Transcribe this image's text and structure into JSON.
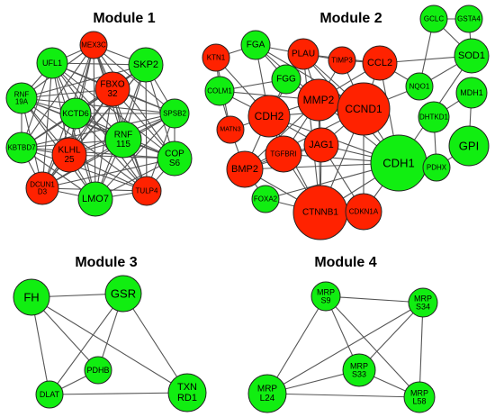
{
  "colors": {
    "up": "#ff2200",
    "down": "#11ee11",
    "edge": "#555555"
  },
  "modules": [
    {
      "title": "Module 1",
      "nodes": [
        {
          "id": "MEX3C",
          "lines": [
            "MEX3C"
          ],
          "color": "up"
        },
        {
          "id": "UFL1",
          "lines": [
            "UFL1"
          ],
          "color": "down"
        },
        {
          "id": "SKP2",
          "lines": [
            "SKP2"
          ],
          "color": "down"
        },
        {
          "id": "FBXO32",
          "lines": [
            "FBXO",
            "32"
          ],
          "color": "up"
        },
        {
          "id": "RNF19A",
          "lines": [
            "RNF",
            "19A"
          ],
          "color": "down"
        },
        {
          "id": "KCTD6",
          "lines": [
            "KCTD6"
          ],
          "color": "down"
        },
        {
          "id": "SPSB2",
          "lines": [
            "SPSB2"
          ],
          "color": "down"
        },
        {
          "id": "RNF115",
          "lines": [
            "RNF",
            "115"
          ],
          "color": "down"
        },
        {
          "id": "KBTBD7",
          "lines": [
            "KBTBD7"
          ],
          "color": "down"
        },
        {
          "id": "KLHL25",
          "lines": [
            "KLHL",
            "25"
          ],
          "color": "up"
        },
        {
          "id": "COPS6",
          "lines": [
            "COP",
            "S6"
          ],
          "color": "down"
        },
        {
          "id": "DCUN1D3",
          "lines": [
            "DCUN1",
            "D3"
          ],
          "color": "up"
        },
        {
          "id": "LMO7",
          "lines": [
            "LMO7"
          ],
          "color": "down"
        },
        {
          "id": "TULP4",
          "lines": [
            "TULP4"
          ],
          "color": "up"
        }
      ],
      "edges": "all"
    },
    {
      "title": "Module 2",
      "nodes": [
        {
          "id": "FGA",
          "lines": [
            "FGA"
          ],
          "color": "down"
        },
        {
          "id": "KTN1",
          "lines": [
            "KTN1"
          ],
          "color": "up"
        },
        {
          "id": "PLAU",
          "lines": [
            "PLAU"
          ],
          "color": "up"
        },
        {
          "id": "TIMP3",
          "lines": [
            "TIMP3"
          ],
          "color": "up"
        },
        {
          "id": "CCL2",
          "lines": [
            "CCL2"
          ],
          "color": "up"
        },
        {
          "id": "FGG",
          "lines": [
            "FGG"
          ],
          "color": "down"
        },
        {
          "id": "COLM1",
          "lines": [
            "COLM1"
          ],
          "color": "down"
        },
        {
          "id": "MMP2",
          "lines": [
            "MMP2"
          ],
          "color": "up"
        },
        {
          "id": "CCND1",
          "lines": [
            "CCND1"
          ],
          "color": "up"
        },
        {
          "id": "MATN3",
          "lines": [
            "MATN3"
          ],
          "color": "up"
        },
        {
          "id": "CDH2",
          "lines": [
            "CDH2"
          ],
          "color": "up"
        },
        {
          "id": "JAG1",
          "lines": [
            "JAG1"
          ],
          "color": "up"
        },
        {
          "id": "TGFBRI",
          "lines": [
            "TGFBRI"
          ],
          "color": "up"
        },
        {
          "id": "BMP2",
          "lines": [
            "BMP2"
          ],
          "color": "up"
        },
        {
          "id": "CDH1",
          "lines": [
            "CDH1"
          ],
          "color": "down"
        },
        {
          "id": "FOXA2",
          "lines": [
            "FOXA2"
          ],
          "color": "down"
        },
        {
          "id": "CTNNB1",
          "lines": [
            "CTNNB1"
          ],
          "color": "up"
        },
        {
          "id": "CDKN1A",
          "lines": [
            "CDKN1A"
          ],
          "color": "up"
        },
        {
          "id": "GCLC",
          "lines": [
            "GCLC"
          ],
          "color": "down"
        },
        {
          "id": "GSTA4",
          "lines": [
            "GSTA4"
          ],
          "color": "down"
        },
        {
          "id": "SOD1",
          "lines": [
            "SOD1"
          ],
          "color": "down"
        },
        {
          "id": "NQO1",
          "lines": [
            "NQO1"
          ],
          "color": "down"
        },
        {
          "id": "MDH1",
          "lines": [
            "MDH1"
          ],
          "color": "down"
        },
        {
          "id": "DHTKD1",
          "lines": [
            "DHTKD1"
          ],
          "color": "down"
        },
        {
          "id": "GPI",
          "lines": [
            "GPI"
          ],
          "color": "down"
        },
        {
          "id": "PDHX",
          "lines": [
            "PDHX"
          ],
          "color": "down"
        }
      ],
      "edges": [
        [
          "FGA",
          "FGG"
        ],
        [
          "FGA",
          "PLAU"
        ],
        [
          "FGA",
          "MMP2"
        ],
        [
          "FGA",
          "CDH2"
        ],
        [
          "FGA",
          "KTN1"
        ],
        [
          "FGA",
          "CCND1"
        ],
        [
          "FGG",
          "PLAU"
        ],
        [
          "FGG",
          "MMP2"
        ],
        [
          "FGG",
          "COLM1"
        ],
        [
          "FGG",
          "CDH2"
        ],
        [
          "KTN1",
          "COLM1"
        ],
        [
          "KTN1",
          "MATN3"
        ],
        [
          "KTN1",
          "CDH2"
        ],
        [
          "COLM1",
          "MATN3"
        ],
        [
          "COLM1",
          "CDH2"
        ],
        [
          "COLM1",
          "MMP2"
        ],
        [
          "PLAU",
          "TIMP3"
        ],
        [
          "PLAU",
          "CCL2"
        ],
        [
          "PLAU",
          "MMP2"
        ],
        [
          "PLAU",
          "CCND1"
        ],
        [
          "PLAU",
          "CDH1"
        ],
        [
          "PLAU",
          "CDH2"
        ],
        [
          "PLAU",
          "CTNNB1"
        ],
        [
          "TIMP3",
          "CCL2"
        ],
        [
          "TIMP3",
          "MMP2"
        ],
        [
          "TIMP3",
          "CCND1"
        ],
        [
          "CCL2",
          "MMP2"
        ],
        [
          "CCL2",
          "CCND1"
        ],
        [
          "CCL2",
          "NQO1"
        ],
        [
          "CCL2",
          "SOD1"
        ],
        [
          "CCL2",
          "CDH1"
        ],
        [
          "MMP2",
          "CCND1"
        ],
        [
          "MMP2",
          "CDH2"
        ],
        [
          "MMP2",
          "JAG1"
        ],
        [
          "MMP2",
          "TGFBRI"
        ],
        [
          "MMP2",
          "BMP2"
        ],
        [
          "MMP2",
          "CDH1"
        ],
        [
          "MMP2",
          "CTNNB1"
        ],
        [
          "CCND1",
          "CDH1"
        ],
        [
          "CCND1",
          "CTNNB1"
        ],
        [
          "CCND1",
          "JAG1"
        ],
        [
          "CCND1",
          "CDKN1A"
        ],
        [
          "CCND1",
          "CDH2"
        ],
        [
          "CCND1",
          "BMP2"
        ],
        [
          "CDH2",
          "MATN3"
        ],
        [
          "CDH2",
          "TGFBRI"
        ],
        [
          "CDH2",
          "BMP2"
        ],
        [
          "CDH2",
          "JAG1"
        ],
        [
          "CDH2",
          "CTNNB1"
        ],
        [
          "CDH2",
          "CDH1"
        ],
        [
          "MATN3",
          "BMP2"
        ],
        [
          "JAG1",
          "TGFBRI"
        ],
        [
          "JAG1",
          "CTNNB1"
        ],
        [
          "JAG1",
          "CDH1"
        ],
        [
          "JAG1",
          "BMP2"
        ],
        [
          "JAG1",
          "CDKN1A"
        ],
        [
          "TGFBRI",
          "BMP2"
        ],
        [
          "TGFBRI",
          "CTNNB1"
        ],
        [
          "TGFBRI",
          "CDH1"
        ],
        [
          "BMP2",
          "FOXA2"
        ],
        [
          "BMP2",
          "CTNNB1"
        ],
        [
          "BMP2",
          "CDH1"
        ],
        [
          "FOXA2",
          "CTNNB1"
        ],
        [
          "FOXA2",
          "CDH1"
        ],
        [
          "CTNNB1",
          "CDH1"
        ],
        [
          "CTNNB1",
          "CDKN1A"
        ],
        [
          "CDKN1A",
          "CDH1"
        ],
        [
          "GCLC",
          "GSTA4"
        ],
        [
          "GCLC",
          "SOD1"
        ],
        [
          "GCLC",
          "NQO1"
        ],
        [
          "GSTA4",
          "SOD1"
        ],
        [
          "SOD1",
          "NQO1"
        ],
        [
          "SOD1",
          "CDH1"
        ],
        [
          "NQO1",
          "CCND1"
        ],
        [
          "MDH1",
          "DHTKD1"
        ],
        [
          "MDH1",
          "GPI"
        ],
        [
          "DHTKD1",
          "PDHX"
        ],
        [
          "GPI",
          "PDHX"
        ]
      ]
    },
    {
      "title": "Module 3",
      "nodes": [
        {
          "id": "FH",
          "lines": [
            "FH"
          ],
          "color": "down"
        },
        {
          "id": "GSR",
          "lines": [
            "GSR"
          ],
          "color": "down"
        },
        {
          "id": "PDHB",
          "lines": [
            "PDHB"
          ],
          "color": "down"
        },
        {
          "id": "DLAT",
          "lines": [
            "DLAT"
          ],
          "color": "down"
        },
        {
          "id": "TXNRD1",
          "lines": [
            "TXN",
            "RD1"
          ],
          "color": "down"
        }
      ],
      "edges": [
        [
          "FH",
          "GSR"
        ],
        [
          "FH",
          "DLAT"
        ],
        [
          "FH",
          "PDHB"
        ],
        [
          "FH",
          "TXNRD1"
        ],
        [
          "GSR",
          "DLAT"
        ],
        [
          "GSR",
          "PDHB"
        ],
        [
          "GSR",
          "TXNRD1"
        ],
        [
          "PDHB",
          "DLAT"
        ],
        [
          "DLAT",
          "TXNRD1"
        ]
      ]
    },
    {
      "title": "Module 4",
      "nodes": [
        {
          "id": "MRPS9",
          "lines": [
            "MRP",
            "S9"
          ],
          "color": "down"
        },
        {
          "id": "MRPS34",
          "lines": [
            "MRP",
            "S34"
          ],
          "color": "down"
        },
        {
          "id": "MRPS33",
          "lines": [
            "MRP",
            "S33"
          ],
          "color": "down"
        },
        {
          "id": "MRPL24",
          "lines": [
            "MRP",
            "L24"
          ],
          "color": "down"
        },
        {
          "id": "MRPL58",
          "lines": [
            "MRP",
            "L58"
          ],
          "color": "down"
        }
      ],
      "edges": [
        [
          "MRPS9",
          "MRPS34"
        ],
        [
          "MRPS9",
          "MRPS33"
        ],
        [
          "MRPS9",
          "MRPL24"
        ],
        [
          "MRPS9",
          "MRPL58"
        ],
        [
          "MRPS34",
          "MRPS33"
        ],
        [
          "MRPS34",
          "MRPL24"
        ],
        [
          "MRPS34",
          "MRPL58"
        ],
        [
          "MRPS33",
          "MRPL24"
        ],
        [
          "MRPS33",
          "MRPL58"
        ],
        [
          "MRPL24",
          "MRPL58"
        ]
      ]
    }
  ]
}
